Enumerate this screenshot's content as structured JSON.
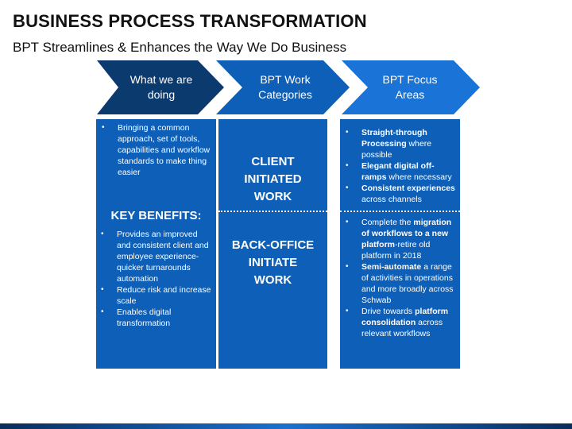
{
  "header": {
    "title": "BUSINESS PROCESS TRANSFORMATION",
    "subtitle": "BPT Streamlines & Enhances the Way We Do Business"
  },
  "chevrons": [
    {
      "label": "What we are\ndoing",
      "color": "#0b3a6e"
    },
    {
      "label": "BPT Work\nCategories",
      "color": "#0d5fb8"
    },
    {
      "label": "BPT Focus\nAreas",
      "color": "#1a73d6"
    }
  ],
  "column1": {
    "intro_items": [
      {
        "text": "Bringing a common approach, set of tools, capabilities and workflow standards to make thing easier"
      }
    ],
    "benefits_heading": "KEY BENEFITS:",
    "benefit_items": [
      {
        "text": "Provides an improved and consistent client and employee experience-quicker turnarounds automation"
      },
      {
        "text": "Reduce risk and increase scale"
      },
      {
        "text": "Enables digital transformation"
      }
    ]
  },
  "column2": {
    "top_label": "CLIENT\nINITIATED\nWORK",
    "bottom_label": "BACK-OFFICE\nINITIATE\nWORK"
  },
  "column3": {
    "top_items": [
      {
        "bold": "Straight-through Processing",
        "rest": " where possible"
      },
      {
        "bold": "Elegant digital off-ramps",
        "rest": " where necessary"
      },
      {
        "bold": "Consistent experiences",
        "rest": " across channels"
      }
    ],
    "bottom_items": [
      {
        "pre": "Complete the ",
        "bold": "migration of workflows to a new platform",
        "rest": "-retire old platform in 2018"
      },
      {
        "pre": "",
        "bold": "Semi-automate",
        "rest": " a range of activities in operations and more broadly across Schwab"
      },
      {
        "pre": "Drive towards ",
        "bold": "platform consolidation",
        "rest": " across relevant workflows"
      }
    ]
  },
  "bullet_char": "•",
  "colors": {
    "panel": "#0d5fb8",
    "chevron_dark": "#0b3a6e",
    "chevron_mid": "#0d5fb8",
    "chevron_light": "#1a73d6"
  }
}
